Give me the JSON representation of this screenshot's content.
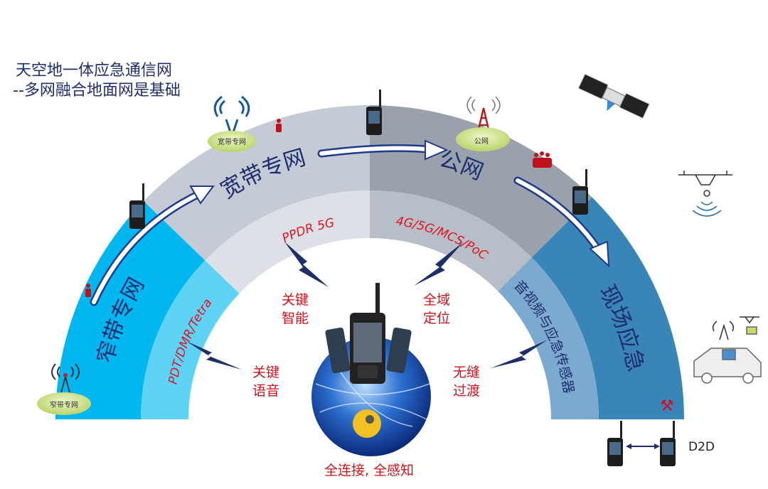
{
  "title": {
    "line1": "天空地一体应急通信网",
    "line2": "--多网融合地面网是基础"
  },
  "ring": {
    "segments": [
      {
        "name": "窄带专网",
        "tech": "PDT/DMR/Tetra",
        "outer_color": "#00b7ef",
        "inner_color": "#5fd3f6"
      },
      {
        "name": "宽带专网",
        "tech": "PPDR 5G",
        "outer_color": "#c4cbd5",
        "inner_color": "#dde1e7"
      },
      {
        "name": "公网",
        "tech": "4G/5G/MCS/PoC",
        "outer_color": "#98a1ac",
        "inner_color": "#b8bec7"
      },
      {
        "name": "现场应急",
        "tech": "音视频与应急传感器",
        "outer_color": "#3a85b7",
        "inner_color": "#7ba9cf"
      }
    ]
  },
  "clouds": {
    "broadband": "宽带专网",
    "public": "公网",
    "narrowband": "窄带专网"
  },
  "center": {
    "key_intelligence": [
      "关键",
      "智能"
    ],
    "positioning": [
      "全域",
      "定位"
    ],
    "key_voice": [
      "关键",
      "语音"
    ],
    "seamless": [
      "无缝",
      "过渡"
    ],
    "tagline": "全连接, 全感知"
  },
  "d2d_label": "D2D"
}
